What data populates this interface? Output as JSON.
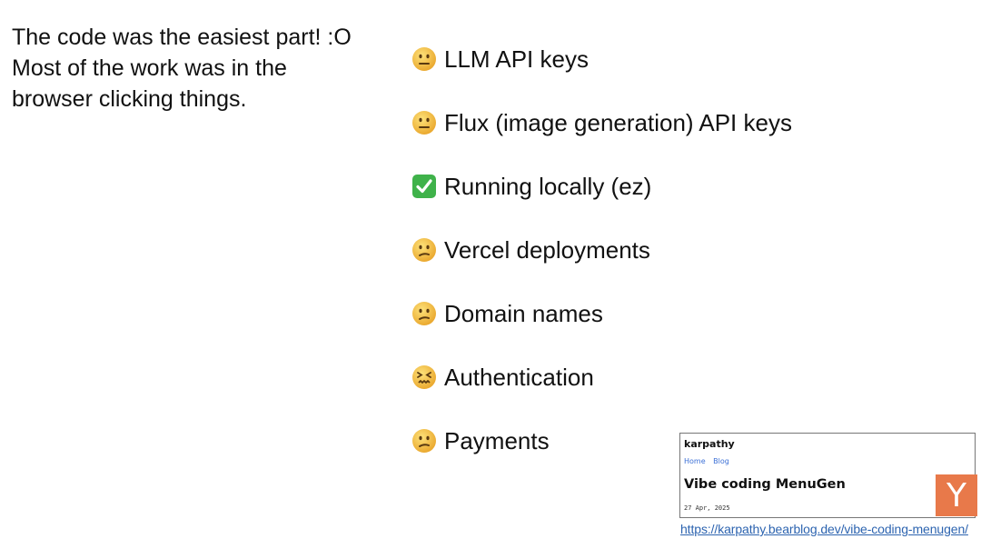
{
  "left_text": {
    "line1": "The code was the easiest part! :O",
    "line2": "Most of the work was in the",
    "line3": "browser clicking things."
  },
  "items": [
    {
      "label": "LLM API keys",
      "icon": "neutral-face"
    },
    {
      "label": "Flux (image generation) API keys",
      "icon": "neutral-face"
    },
    {
      "label": "Running locally (ez)",
      "icon": "check-mark"
    },
    {
      "label": "Vercel deployments",
      "icon": "confused-face"
    },
    {
      "label": "Domain names",
      "icon": "confused-face"
    },
    {
      "label": "Authentication",
      "icon": "confounded-face"
    },
    {
      "label": "Payments",
      "icon": "confused-face"
    }
  ],
  "blog_card": {
    "site": "karpathy",
    "nav": [
      "Home",
      "Blog"
    ],
    "title": "Vibe coding MenuGen",
    "date": "27 Apr, 2025"
  },
  "link": "https://karpathy.bearblog.dev/vibe-coding-menugen/",
  "logo": "Y",
  "colors": {
    "face": "#f4c23f",
    "check": "#3fb24a",
    "link": "#2d64b0",
    "logo": "#e8794a"
  }
}
